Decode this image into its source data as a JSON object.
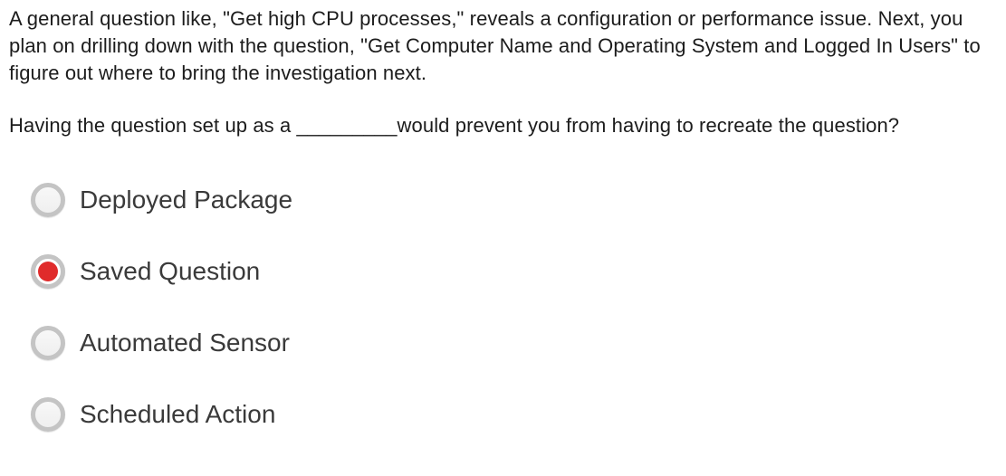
{
  "question": {
    "context": "A general question like, \"Get high CPU processes,\" reveals a configuration or performance issue. Next, you plan on drilling down with the question, \"Get Computer Name and Operating System and Logged In Users\" to figure out where to bring the investigation next.",
    "prompt": "Having the question set up as a _________would prevent you from having to recreate the question?"
  },
  "options": [
    {
      "label": "Deployed Package",
      "selected": false
    },
    {
      "label": "Saved Question",
      "selected": true
    },
    {
      "label": "Automated Sensor",
      "selected": false
    },
    {
      "label": "Scheduled Action",
      "selected": false
    }
  ],
  "colors": {
    "background": "#ffffff",
    "text": "#1c1c1c",
    "option_text": "#3a3a3a",
    "radio_ring": "#c4c4c4",
    "radio_fill": "#efefef",
    "radio_selected_fill": "#ffffff",
    "radio_dot": "#e02b2b"
  }
}
